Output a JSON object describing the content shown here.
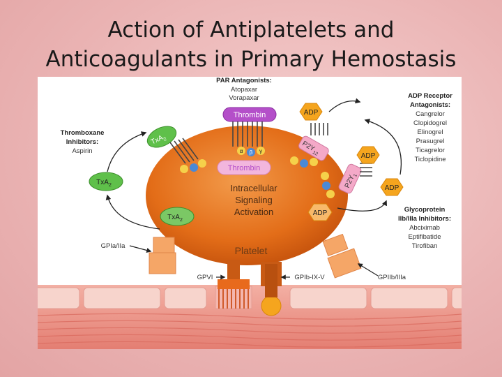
{
  "slide": {
    "title_line1": "Action of Antiplatelets and",
    "title_line2": "Anticoagulants in Primary Hemostasis"
  },
  "diagram": {
    "par_antagonists": {
      "heading": "PAR Antagonists:",
      "drugs": [
        "Atopaxar",
        "Vorapaxar"
      ]
    },
    "thromboxane_inhibitors": {
      "heading_line1": "Thromboxane",
      "heading_line2": "Inhibitors:",
      "drugs": [
        "Aspirin"
      ]
    },
    "adp_receptor_antagonists": {
      "heading_line1": "ADP Receptor",
      "heading_line2": "Antagonists:",
      "drugs": [
        "Cangrelor",
        "Clopidogrel",
        "Elinogrel",
        "Prasugrel",
        "Ticagrelor",
        "Ticlopidine"
      ]
    },
    "gp_inhibitors": {
      "heading_line1": "Glycoprotein",
      "heading_line2": "IIb/IIIa Inhibitors:",
      "drugs": [
        "Abciximab",
        "Eptifibatide",
        "Tirofiban"
      ]
    },
    "platelet": {
      "label": "Platelet",
      "signaling_line1": "Intracellular",
      "signaling_line2": "Signaling",
      "signaling_line3": "Activation"
    },
    "molecules": {
      "thrombin": "Thrombin",
      "txa2": "TxA",
      "txa2_sub": "2",
      "adp": "ADP",
      "p2y12": "P2Y",
      "p2y12_sub": "12",
      "p2y1": "P2Y",
      "p2y1_sub": "1"
    },
    "g_protein": {
      "alpha": "α",
      "beta": "β",
      "gamma": "γ"
    },
    "receptors": {
      "gpia_iia": "GPIa/IIa",
      "gpvi": "GPVI",
      "gpib_ix_v": "GPIb-IX-V",
      "gpiib_iiia": "GPIIb/IIIa"
    },
    "colors": {
      "platelet": "#e8731c",
      "thrombin_receptor": "#b44fc9",
      "thrombin_inner": "#f2b6de",
      "txa2": "#5fc04a",
      "adp": "#f5a51e",
      "p2y": "#f4a9c8",
      "endothelium": "#f2b7b0",
      "vessel": "#e88a7e"
    }
  }
}
